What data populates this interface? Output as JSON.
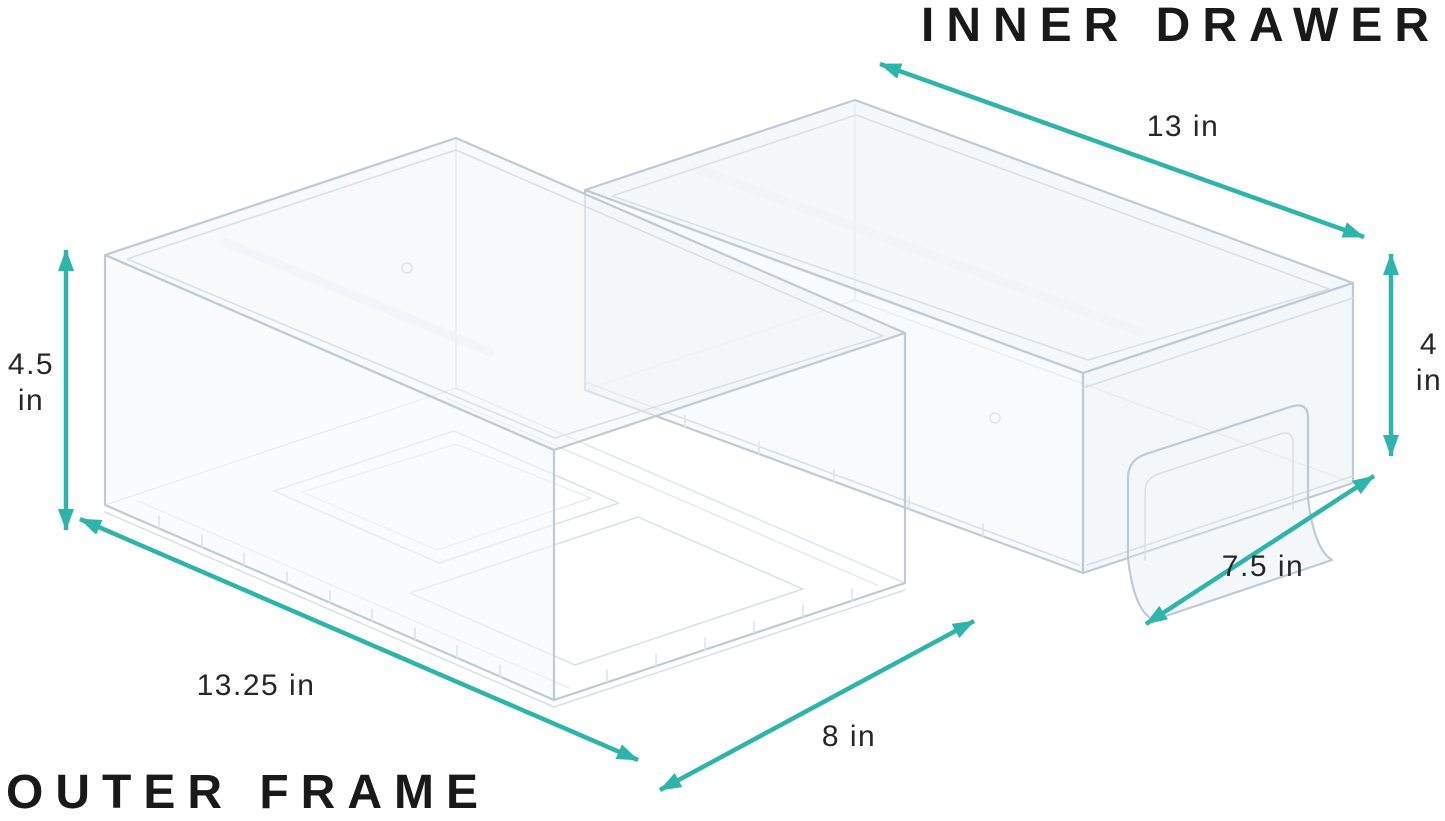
{
  "colors": {
    "arrow": "#2eb5ab",
    "title_text": "#191919",
    "dim_text": "#272727",
    "line_art": "#c2ccd4"
  },
  "titles": {
    "inner_drawer": "INNER DRAWER",
    "outer_frame": "OUTER FRAME"
  },
  "dimensions": {
    "inner_length": "13 in",
    "inner_height_value": "4",
    "inner_height_unit": "in",
    "inner_width": "7.5 in",
    "outer_height_value": "4.5",
    "outer_height_unit": "in",
    "outer_length": "13.25 in",
    "outer_width": "8 in"
  }
}
